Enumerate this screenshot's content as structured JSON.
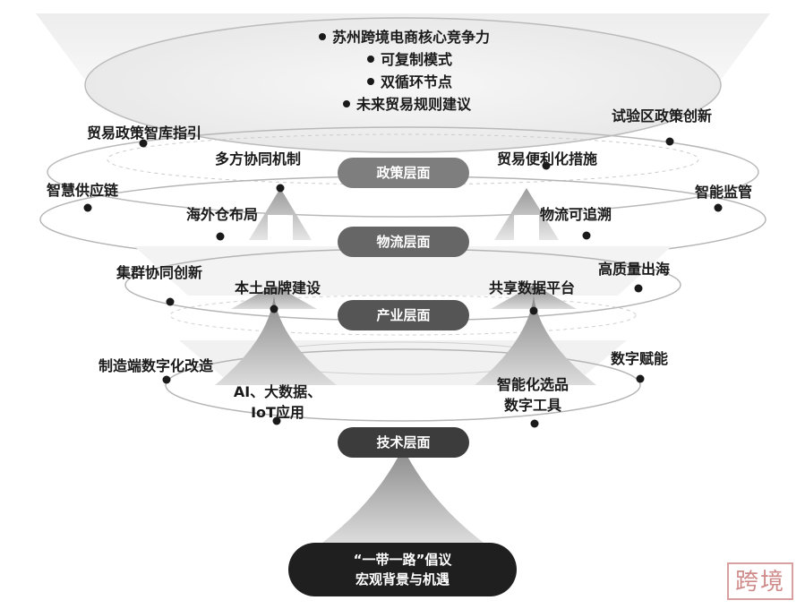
{
  "core_points": [
    "苏州跨境电商核心竞争力",
    "可复制模式",
    "双循环节点",
    "未来贸易规则建议"
  ],
  "layers": {
    "policy": "政策层面",
    "logistics": "物流层面",
    "industry": "产业层面",
    "tech": "技术层面"
  },
  "base": {
    "line1": "“一带一路”倡议",
    "line2": "宏观背景与机遇"
  },
  "policy_labels": {
    "left_outer": "贸易政策智库指引",
    "left_inner": "多方协同机制",
    "right_inner": "贸易便利化措施",
    "right_outer": "试验区政策创新"
  },
  "logistics_labels": {
    "left_outer": "智慧供应链",
    "left_inner": "海外仓布局",
    "right_inner": "物流可追溯",
    "right_outer": "智能监管"
  },
  "industry_labels": {
    "left_outer": "集群协同创新",
    "left_inner": "本土品牌建设",
    "right_inner": "共享数据平台",
    "right_outer": "高质量出海"
  },
  "tech_labels": {
    "left_outer": "制造端数字化改造",
    "left_inner_1": "AI、大数据、",
    "left_inner_2": "IoT应用",
    "right_inner_1": "智能化选品",
    "right_inner_2": "数字工具",
    "right_outer": "数字赋能"
  },
  "stamp_text": "跨境"
}
